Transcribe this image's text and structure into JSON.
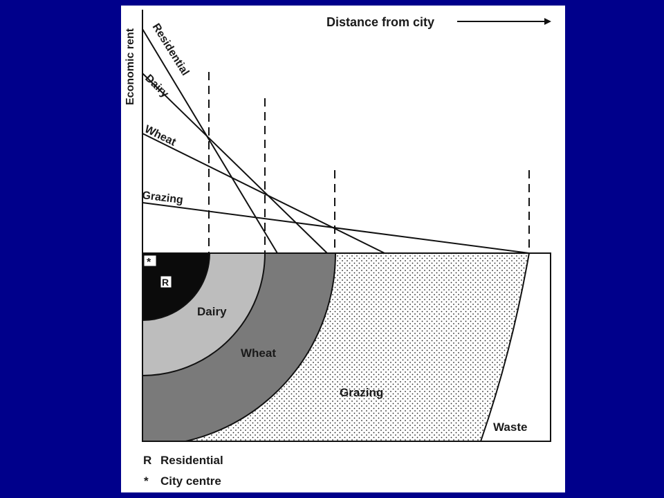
{
  "colors": {
    "background": "#00008b",
    "panel": "#ffffff",
    "residential_zone": "#0b0b0b",
    "dairy_zone": "#bdbdbd",
    "wheat_zone": "#7a7a7a",
    "grazing_zone": "#ffffff",
    "ink": "#1a1a1a"
  },
  "labels": {
    "y_axis": "Economic rent",
    "x_axis": "Distance from city",
    "arrow_icon": "arrow-right-icon"
  },
  "rent_lines": {
    "residential": "Residential",
    "dairy": "Dairy",
    "wheat": "Wheat",
    "grazing": "Grazing"
  },
  "zones": {
    "residential_marker": "R",
    "city_centre_marker": "*",
    "dairy": "Dairy",
    "wheat": "Wheat",
    "grazing": "Grazing",
    "waste": "Waste"
  },
  "legend": [
    {
      "symbol": "R",
      "text": "Residential"
    },
    {
      "symbol": "*",
      "text": "City centre"
    }
  ]
}
